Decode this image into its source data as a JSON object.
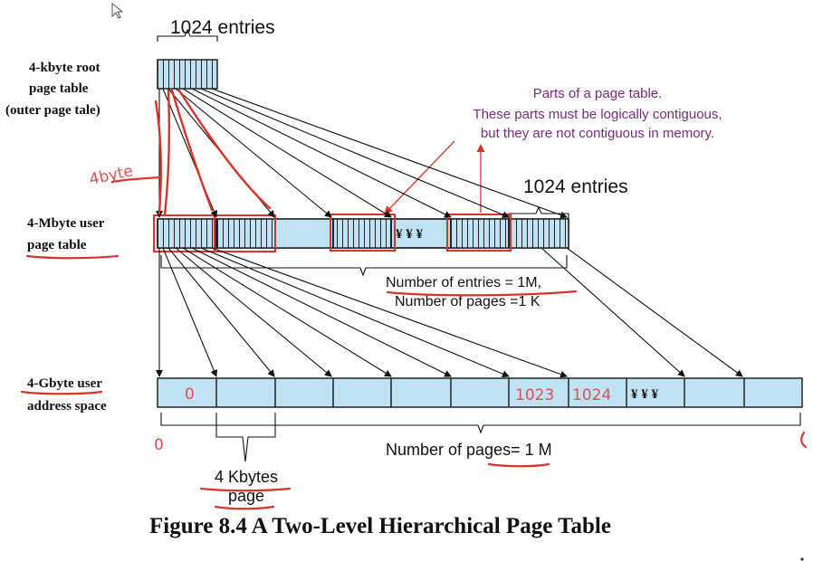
{
  "top_entries_label": "1024 entries",
  "right_entries_label": "1024 entries",
  "root_label": [
    "4-kbyte root",
    "page table",
    "(outer page tale)"
  ],
  "user_pt_label": [
    "4-Mbyte user",
    "page table"
  ],
  "addr_space_label": [
    "4-Gbyte user",
    "address space"
  ],
  "annotation": [
    "Parts of a page table.",
    "These parts must be logically contiguous,",
    "but they are not contiguous in memory."
  ],
  "entries_count": "Number of entries = 1M,",
  "pages_count_pt": "Number of pages =1 K",
  "pages_count_space": "Number of pages= 1 M",
  "page_size": [
    "4 Kbytes",
    "page"
  ],
  "ellipsis": "¥ ¥ ¥",
  "caption": "Figure 8.4  A Two-Level Hierarchical Page Table",
  "handwriting": {
    "four_byte": "4byte",
    "cell_zero": "0",
    "cell_1023": "1023",
    "cell_1024": "1024",
    "origin_zero": "0"
  },
  "colors": {
    "cell_fill": "#bfe3f2",
    "annotation": "#7b2a7e",
    "handwriting": "#d9342b"
  }
}
